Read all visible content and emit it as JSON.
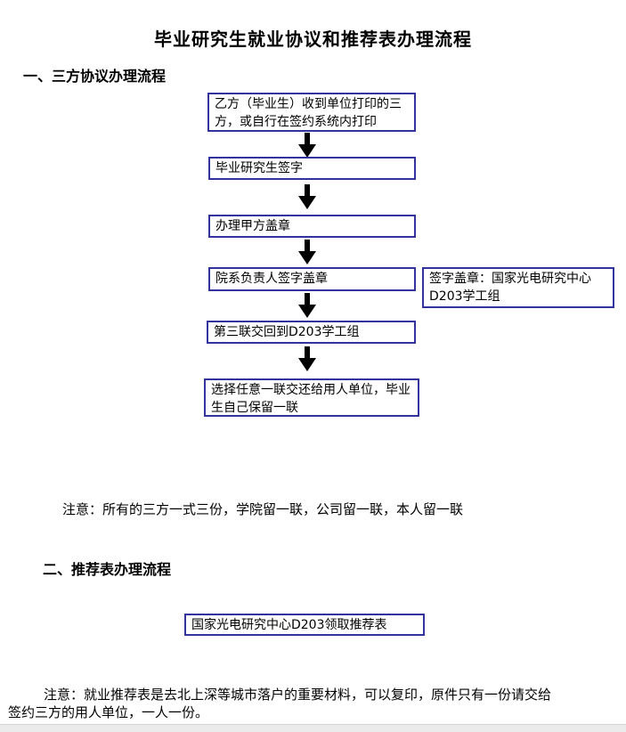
{
  "page": {
    "title": "毕业研究生就业协议和推荐表办理流程"
  },
  "section1": {
    "heading": "一、三方协议办理流程",
    "flow_steps": [
      "乙方（毕业生）收到单位打印的三方，或自行在签约系统内打印",
      "毕业研究生签字",
      "办理甲方盖章",
      "院系负责人签字盖章",
      "第三联交回到D203学工组",
      "选择任意一联交还给用人单位，毕业生自己保留一联"
    ],
    "side_note_box": "签字盖章：国家光电研究中心D203学工组",
    "note": "注意：所有的三方一式三份，学院留一联，公司留一联，本人留一联"
  },
  "section2": {
    "heading": "二、推荐表办理流程",
    "flow_steps": [
      "国家光电研究中心D203领取推荐表"
    ],
    "note": "注意：就业推荐表是去北上深等城市落户的重要材料，可以复印，原件只有一份请交给签约三方的用人单位，一人一份。"
  },
  "icons": {
    "flow_connector": "down-arrow"
  },
  "colors": {
    "box_border": "#3333a0",
    "arrow": "#000000",
    "text": "#000000",
    "background": "#ffffff",
    "bottom_strip": "#ebebeb"
  }
}
